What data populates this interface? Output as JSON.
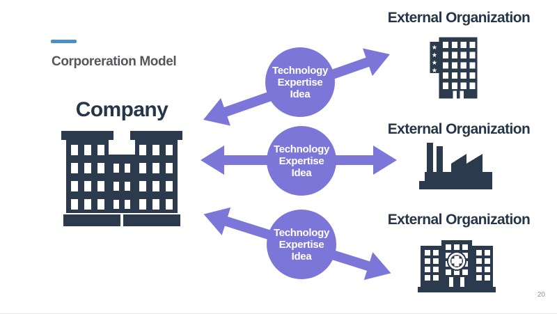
{
  "slide": {
    "title": "Corporeration Model",
    "page_number": "20"
  },
  "company": {
    "label": "Company",
    "icon": "company-building-icon"
  },
  "connections": [
    {
      "lines": [
        "Technology",
        "Expertise",
        "Idea"
      ]
    },
    {
      "lines": [
        "Technology",
        "Expertise",
        "Idea"
      ]
    },
    {
      "lines": [
        "Technology",
        "Expertise",
        "Idea"
      ]
    }
  ],
  "external_organizations": [
    {
      "label": "External Organization",
      "icon": "hotel-building-icon"
    },
    {
      "label": "External Organization",
      "icon": "factory-icon"
    },
    {
      "label": "External Organization",
      "icon": "hospital-icon"
    }
  ],
  "colors": {
    "purple": "#7b76d8",
    "navy": "#2b3a4c",
    "heading_navy": "#26364a",
    "accent_blue": "#4a8fc6",
    "title_gray": "#55575c",
    "page_gray": "#8f9093"
  }
}
